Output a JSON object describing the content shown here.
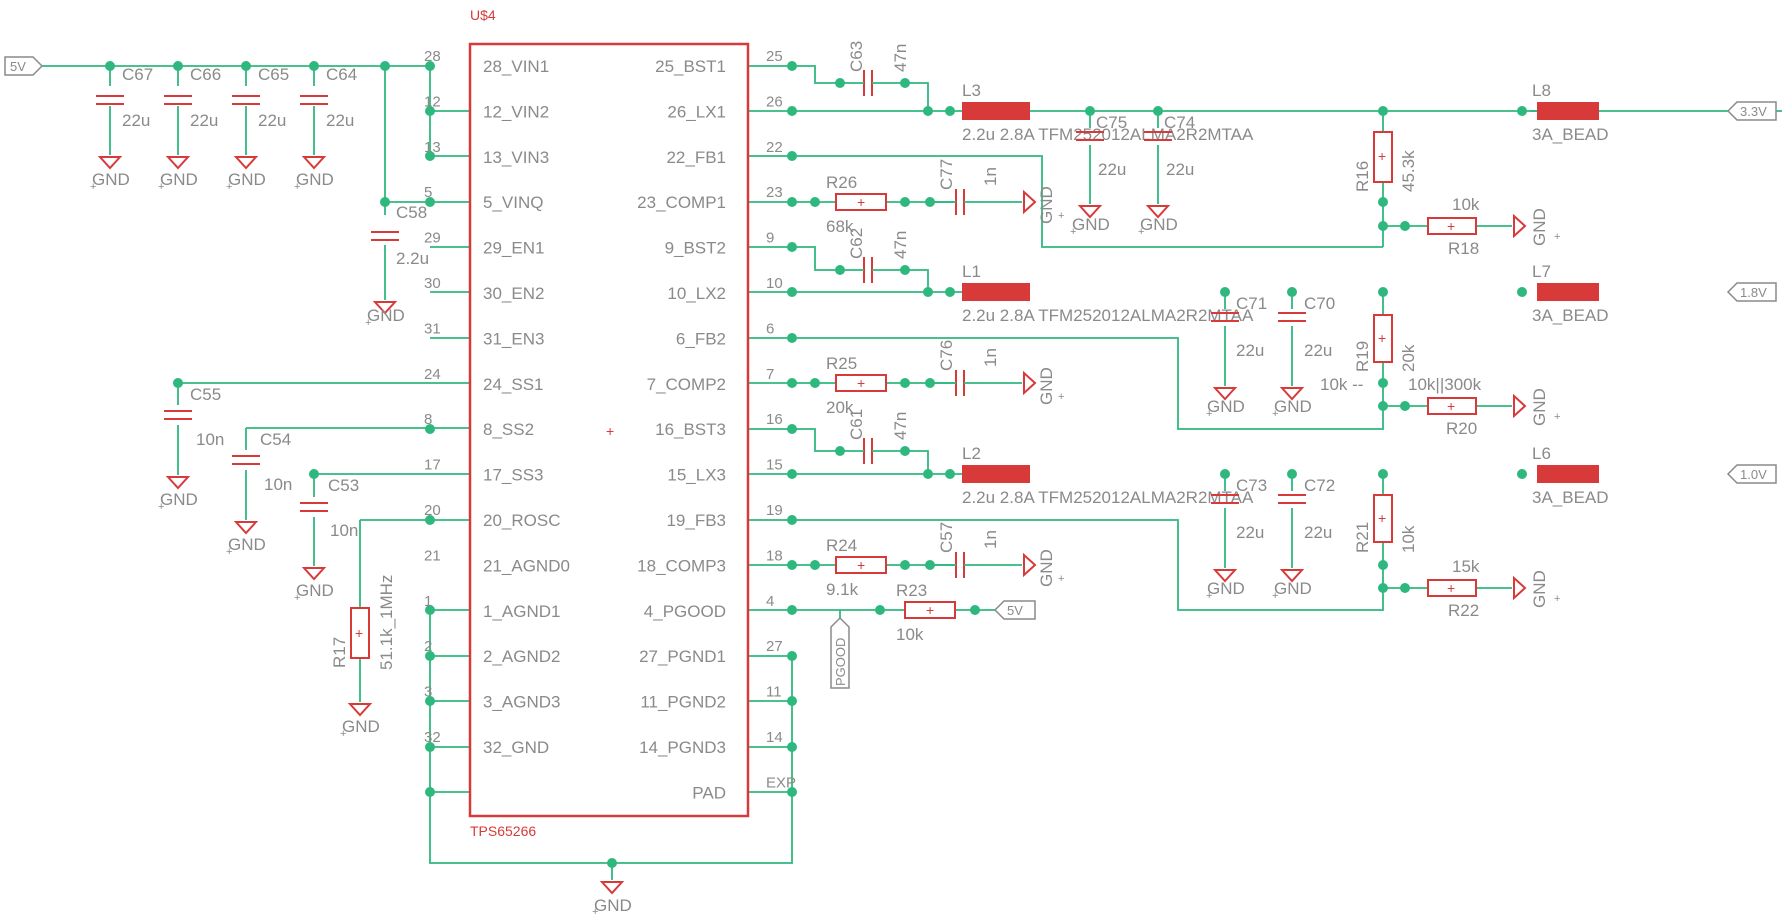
{
  "chip": {
    "ref": "U$4",
    "part": "TPS65266",
    "left_pins": [
      {
        "num": "28",
        "name": "28_VIN1"
      },
      {
        "num": "12",
        "name": "12_VIN2"
      },
      {
        "num": "13",
        "name": "13_VIN3"
      },
      {
        "num": "5",
        "name": "5_VINQ"
      },
      {
        "num": "29",
        "name": "29_EN1"
      },
      {
        "num": "30",
        "name": "30_EN2"
      },
      {
        "num": "31",
        "name": "31_EN3"
      },
      {
        "num": "24",
        "name": "24_SS1"
      },
      {
        "num": "8",
        "name": "8_SS2"
      },
      {
        "num": "17",
        "name": "17_SS3"
      },
      {
        "num": "20",
        "name": "20_ROSC"
      },
      {
        "num": "21",
        "name": "21_AGND0"
      },
      {
        "num": "1",
        "name": "1_AGND1"
      },
      {
        "num": "2",
        "name": "2_AGND2"
      },
      {
        "num": "3",
        "name": "3_AGND3"
      },
      {
        "num": "32",
        "name": "32_GND"
      }
    ],
    "right_pins": [
      {
        "num": "25",
        "name": "25_BST1"
      },
      {
        "num": "26",
        "name": "26_LX1"
      },
      {
        "num": "22",
        "name": "22_FB1"
      },
      {
        "num": "23",
        "name": "23_COMP1"
      },
      {
        "num": "9",
        "name": "9_BST2"
      },
      {
        "num": "10",
        "name": "10_LX2"
      },
      {
        "num": "6",
        "name": "6_FB2"
      },
      {
        "num": "7",
        "name": "7_COMP2"
      },
      {
        "num": "16",
        "name": "16_BST3"
      },
      {
        "num": "15",
        "name": "15_LX3"
      },
      {
        "num": "19",
        "name": "19_FB3"
      },
      {
        "num": "18",
        "name": "18_COMP3"
      },
      {
        "num": "4",
        "name": "4_PGOOD"
      },
      {
        "num": "27",
        "name": "27_PGND1"
      },
      {
        "num": "11",
        "name": "11_PGND2"
      },
      {
        "num": "14",
        "name": "14_PGND3"
      },
      {
        "num": "EXP",
        "name": "PAD"
      }
    ]
  },
  "ports": {
    "vin": "5V",
    "out1": "3.3V",
    "out2": "1.8V",
    "out3": "1.0V",
    "pgood_pullup": "5V",
    "pgood_net": "PGOOD"
  },
  "gnd_label": "GND",
  "input_caps": [
    {
      "ref": "C67",
      "value": "22u"
    },
    {
      "ref": "C66",
      "value": "22u"
    },
    {
      "ref": "C65",
      "value": "22u"
    },
    {
      "ref": "C64",
      "value": "22u"
    }
  ],
  "c58": {
    "ref": "C58",
    "value": "2.2u"
  },
  "ss_caps": [
    {
      "ref": "C55",
      "value": "10n"
    },
    {
      "ref": "C54",
      "value": "10n"
    },
    {
      "ref": "C53",
      "value": "10n"
    }
  ],
  "rosc": {
    "ref": "R17",
    "value": "51.1k_1MHz"
  },
  "bst_caps": [
    {
      "ref": "C63",
      "value": "47n"
    },
    {
      "ref": "C62",
      "value": "47n"
    },
    {
      "ref": "C61",
      "value": "47n"
    }
  ],
  "comp_r": [
    {
      "ref": "R26",
      "value": "68k"
    },
    {
      "ref": "R25",
      "value": "20k"
    },
    {
      "ref": "R24",
      "value": "9.1k"
    }
  ],
  "comp_c": [
    {
      "ref": "C77",
      "value": "1n"
    },
    {
      "ref": "C76",
      "value": "1n"
    },
    {
      "ref": "C57",
      "value": "1n"
    }
  ],
  "inductors": [
    {
      "ref": "L3",
      "value": "2.2u 2.8A TFM252012ALMA2R2MTAA"
    },
    {
      "ref": "L1",
      "value": "2.2u 2.8A TFM252012ALMA2R2MTAA"
    },
    {
      "ref": "L2",
      "value": "2.2u 2.8A TFM252012ALMA2R2MTAA"
    }
  ],
  "out_caps": [
    {
      "ref": "C75",
      "value": "22u"
    },
    {
      "ref": "C74",
      "value": "22u"
    },
    {
      "ref": "C71",
      "value": "22u"
    },
    {
      "ref": "C70",
      "value": "22u"
    },
    {
      "ref": "C73",
      "value": "22u"
    },
    {
      "ref": "C72",
      "value": "22u"
    }
  ],
  "fb_top": [
    {
      "ref": "R16",
      "value": "45.3k"
    },
    {
      "ref": "R19",
      "value": "20k"
    },
    {
      "ref": "R21",
      "value": "10k"
    }
  ],
  "fb_bot": [
    {
      "ref": "R18",
      "value": "10k"
    },
    {
      "ref": "R20",
      "value": "10k||300k"
    },
    {
      "ref": "R22",
      "value": "15k"
    }
  ],
  "r20_note": "10k --",
  "beads": [
    {
      "ref": "L8",
      "value": "3A_BEAD"
    },
    {
      "ref": "L7",
      "value": "3A_BEAD"
    },
    {
      "ref": "L6",
      "value": "3A_BEAD"
    }
  ],
  "pgood_r": {
    "ref": "R23",
    "value": "10k"
  }
}
